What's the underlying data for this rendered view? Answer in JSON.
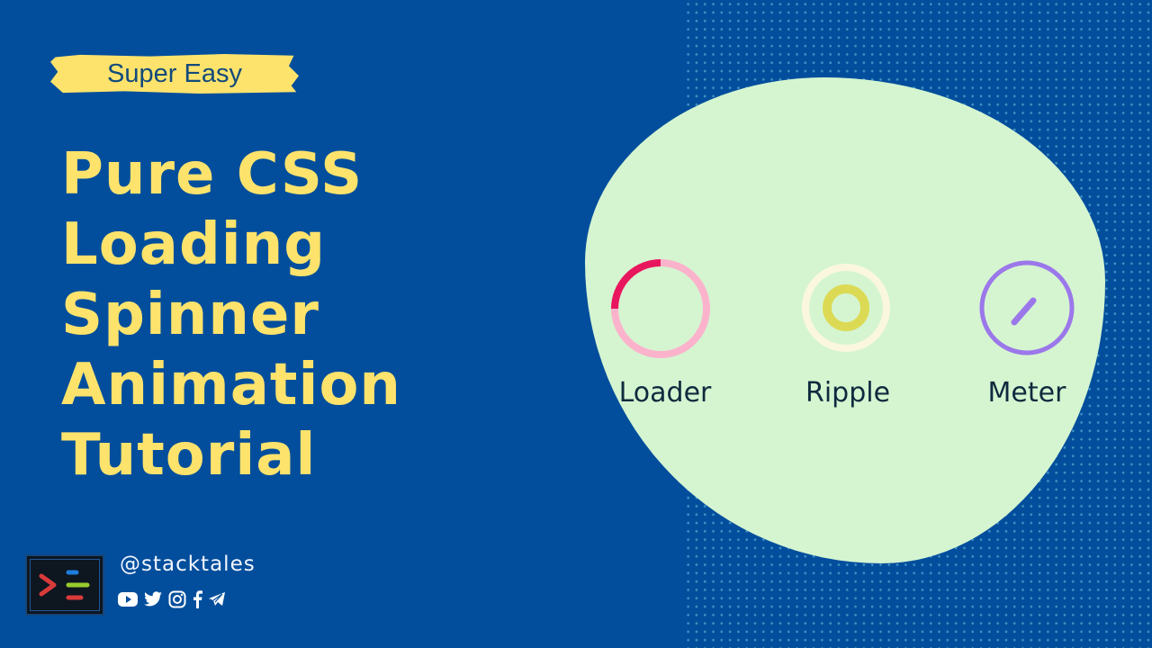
{
  "badge": {
    "label": "Super Easy"
  },
  "title": {
    "lines": [
      "Pure CSS",
      "Loading",
      "Spinner",
      "Animation",
      "Tutorial"
    ]
  },
  "brand": {
    "handle": "@stacktales",
    "socials": [
      "youtube-icon",
      "twitter-icon",
      "instagram-icon",
      "facebook-icon",
      "telegram-icon"
    ]
  },
  "spinners": [
    {
      "name": "Loader",
      "track_color": "#fbb3cc",
      "accent_color": "#e8175d"
    },
    {
      "name": "Ripple",
      "outer_color": "#fbf7df",
      "inner_color": "#dcda55"
    },
    {
      "name": "Meter",
      "color": "#9b78ea"
    }
  ],
  "colors": {
    "background": "#024e9c",
    "accent_yellow": "#fde36c",
    "blob": "#d5f5d1",
    "label_text": "#0f2a3e"
  }
}
